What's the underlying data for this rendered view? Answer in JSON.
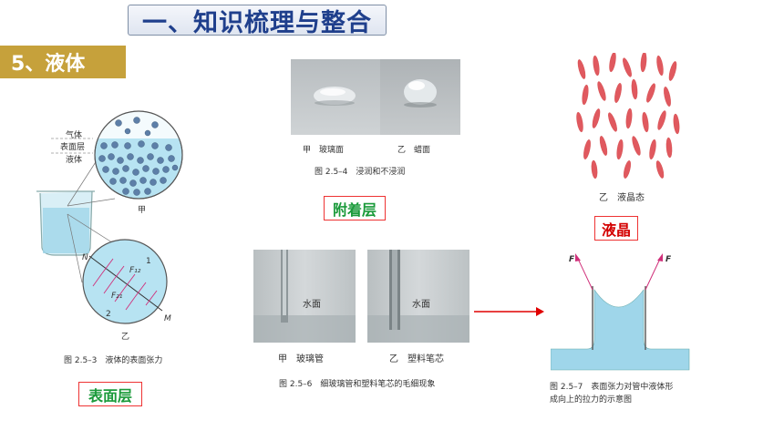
{
  "slide": {
    "title": "一、知识梳理与整合",
    "section": "5、液体"
  },
  "surface_figure": {
    "layer_labels": [
      "气体",
      "表面层",
      "液体"
    ],
    "jia": "甲",
    "yi": "乙",
    "letters": {
      "N": "N",
      "M": "M",
      "one": "1",
      "two": "2",
      "f12": "F₁₂",
      "f21": "F₂₁"
    },
    "caption": "图 2.5–3　液体的表面张力",
    "label": "表面层"
  },
  "wetting_figure": {
    "left": "甲　玻璃面",
    "right": "乙　蜡面",
    "caption": "图 2.5–4　浸润和不浸润",
    "label": "附着层"
  },
  "crystal_figure": {
    "sub": "乙　液晶态",
    "label": "液晶"
  },
  "capillary_figure": {
    "water_left": "水面",
    "water_right": "水面",
    "left": "甲　玻璃管",
    "right": "乙　塑料笔芯",
    "caption": "图 2.5–6　细玻璃管和塑料笔芯的毛细现象"
  },
  "tension_figure": {
    "f_left": "F",
    "f_right": "F",
    "caption_line1": "图 2.5–7　表面张力对管中液体形",
    "caption_line2": "成向上的拉力的示意图"
  },
  "colors": {
    "title": "#1f3f8c",
    "section_bg": "#c6a13b",
    "green_label": "#1a9a3a",
    "red_label": "#d40000",
    "arrow": "#e00000"
  }
}
